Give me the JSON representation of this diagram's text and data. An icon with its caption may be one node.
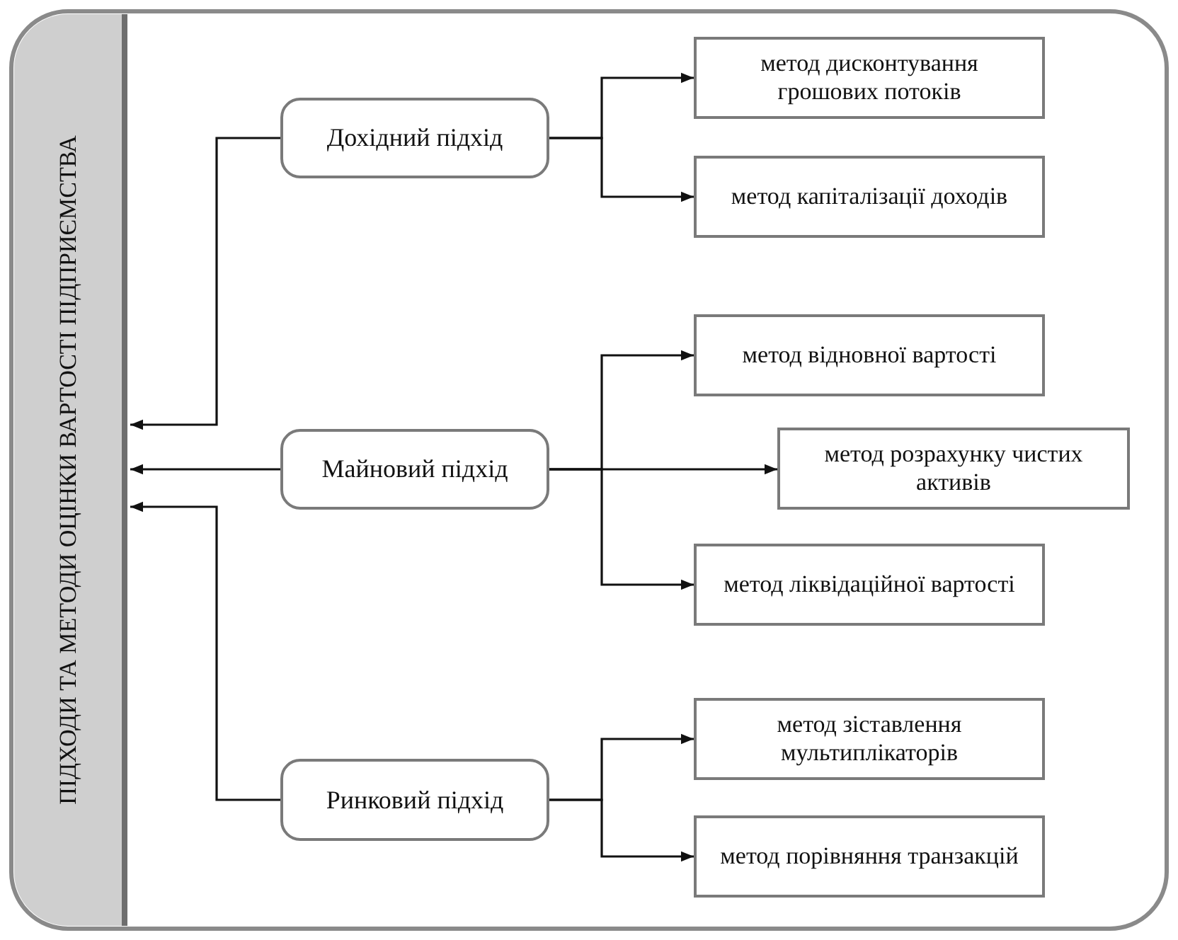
{
  "diagram": {
    "nodes": [
      {
        "text": [
          "ПІДХОДИ ТА МЕТОДИ ОЦІНКИ ВАРТОСТІ ПІДПРИЄМСТВА"
        ]
      },
      {
        "text": [
          "Дохідний підхід"
        ]
      },
      {
        "text": [
          "метод дисконтування грошових потоків"
        ]
      },
      {
        "text": [
          "метод капіталізації доходів"
        ]
      },
      {
        "text": [
          "Майновий підхід"
        ]
      },
      {
        "text": [
          "метод відновної вартості"
        ]
      },
      {
        "text": [
          "метод розрахунку чистих активів"
        ]
      },
      {
        "text": [
          "метод ліквідаційної вартості"
        ]
      },
      {
        "text": [
          "Ринковий підхід"
        ]
      },
      {
        "text": [
          "метод зіставлення мультиплікаторів"
        ]
      },
      {
        "text": [
          "метод порівняння транзакцій"
        ]
      }
    ],
    "edges": [
      {
        "from": 1,
        "to": 0,
        "arrow": "to"
      },
      {
        "from": 4,
        "to": 0,
        "arrow": "to"
      },
      {
        "from": 8,
        "to": 0,
        "arrow": "to"
      },
      {
        "from": 1,
        "to": 2,
        "arrow": "to"
      },
      {
        "from": 1,
        "to": 3,
        "arrow": "to"
      },
      {
        "from": 4,
        "to": 5,
        "arrow": "to"
      },
      {
        "from": 4,
        "to": 6,
        "arrow": "to"
      },
      {
        "from": 4,
        "to": 7,
        "arrow": "to"
      },
      {
        "from": 8,
        "to": 9,
        "arrow": "to"
      },
      {
        "from": 8,
        "to": 10,
        "arrow": "to"
      }
    ]
  }
}
